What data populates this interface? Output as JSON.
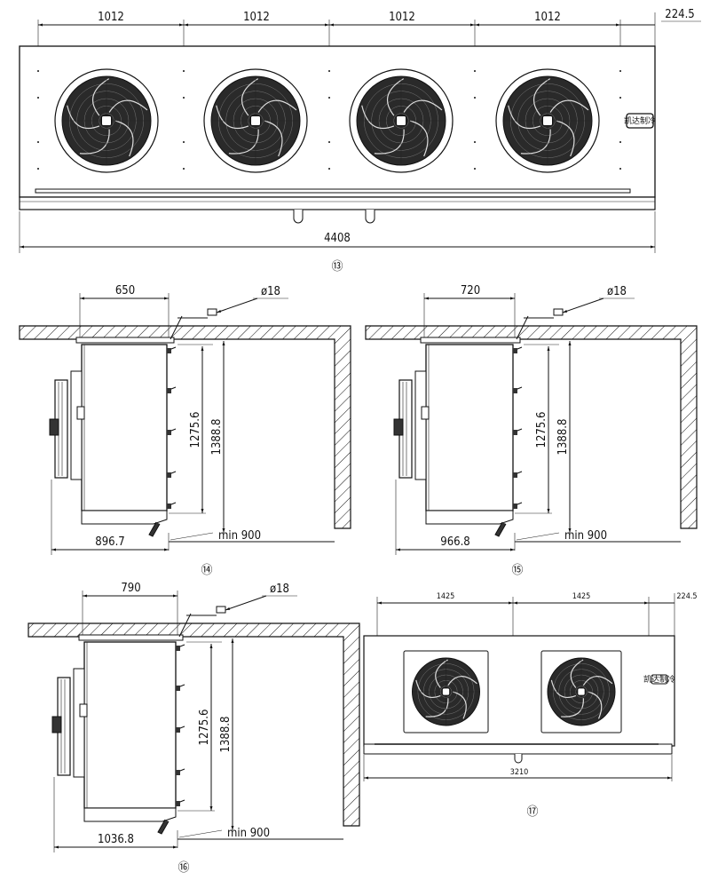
{
  "views": {
    "v13": {
      "label": "⑬",
      "dims": [
        "1012",
        "1012",
        "1012",
        "1012"
      ],
      "end_dim": "224.5",
      "overall": "4408",
      "nameplate": "凯达制冷",
      "fans": 4
    },
    "v14": {
      "label": "⑭",
      "width": "650",
      "pipe": "ø18",
      "h1": "1275.6",
      "h2": "1388.8",
      "clearance": "min 900",
      "depth": "896.7"
    },
    "v15": {
      "label": "⑮",
      "width": "720",
      "pipe": "ø18",
      "h1": "1275.6",
      "h2": "1388.8",
      "clearance": "min 900",
      "depth": "966.8"
    },
    "v16": {
      "label": "⑯",
      "width": "790",
      "pipe": "ø18",
      "h1": "1275.6",
      "h2": "1388.8",
      "clearance": "min 900",
      "depth": "1036.8"
    },
    "v17": {
      "label": "⑰",
      "dims": [
        "1425",
        "1425"
      ],
      "end_dim": "224.5",
      "overall": "3210",
      "nameplate": "凯达制冷",
      "fans": 2
    }
  },
  "colors": {
    "line": "#111111",
    "fan": "#2a2a2a"
  }
}
